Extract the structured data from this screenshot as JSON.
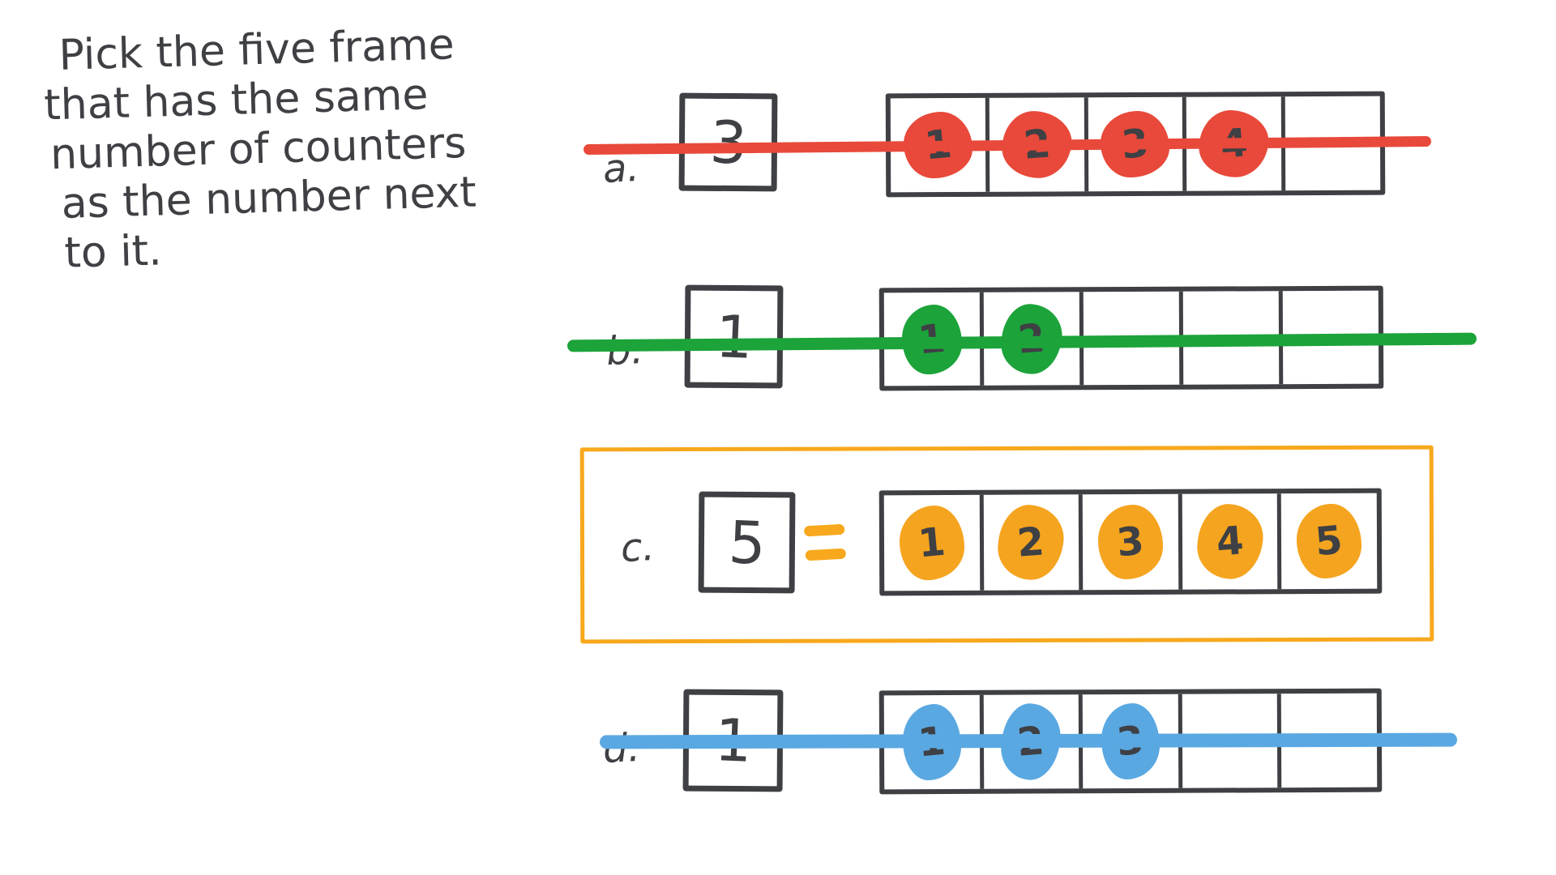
{
  "instruction": {
    "lines": [
      "Pick the five frame",
      "that has the same",
      "number of counters",
      "as the number next",
      "to it."
    ]
  },
  "colors": {
    "ink": "#3e4044",
    "red": "#e8493a",
    "green": "#1ca33a",
    "orange": "#f5a41f",
    "blue": "#5aa8e2",
    "highlight_box": "#f7a81c",
    "background": "#ffffff"
  },
  "options": [
    {
      "id": "a",
      "label": "a.",
      "number": "3",
      "counter_labels": [
        "1",
        "2",
        "3",
        "4"
      ],
      "counter_count": 4,
      "frame_cells": 5,
      "color_name": "red",
      "counter_color": "#e8493a",
      "struck_out": true,
      "highlighted": false
    },
    {
      "id": "b",
      "label": "b.",
      "number": "1",
      "counter_labels": [
        "1",
        "2"
      ],
      "counter_count": 2,
      "frame_cells": 5,
      "color_name": "green",
      "counter_color": "#1ca33a",
      "struck_out": true,
      "highlighted": false
    },
    {
      "id": "c",
      "label": "c.",
      "number": "5",
      "equals": "=",
      "counter_labels": [
        "1",
        "2",
        "3",
        "4",
        "5"
      ],
      "counter_count": 5,
      "frame_cells": 5,
      "color_name": "orange",
      "counter_color": "#f5a41f",
      "struck_out": false,
      "highlighted": true
    },
    {
      "id": "d",
      "label": "d.",
      "number": "1",
      "counter_labels": [
        "1",
        "2",
        "3"
      ],
      "counter_count": 3,
      "frame_cells": 5,
      "color_name": "blue",
      "counter_color": "#5aa8e2",
      "struck_out": true,
      "highlighted": false
    }
  ]
}
